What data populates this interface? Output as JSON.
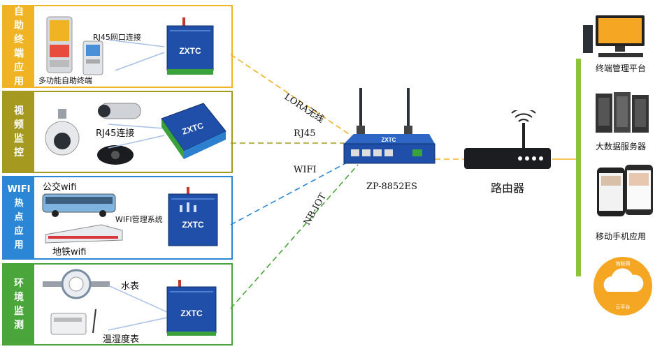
{
  "panels": [
    {
      "side": [
        "自",
        "助",
        "终",
        "端",
        "应",
        "用"
      ],
      "color": "#f0b323",
      "labels": {
        "connection": "RJ45网口连接",
        "device": "多功能自助终端"
      }
    },
    {
      "side": [
        "视",
        "频",
        "监",
        "控"
      ],
      "color": "#a59a1f",
      "labels": {
        "connection": "RJ45连接"
      }
    },
    {
      "side": [
        "WIFI",
        "热",
        "点",
        "应",
        "用"
      ],
      "color": "#2c86d6",
      "labels": {
        "bus": "公交wifi",
        "system": "WIFI管理系统",
        "metro": "地铁wifi"
      }
    },
    {
      "side": [
        "环",
        "境",
        "监",
        "测"
      ],
      "color": "#4aa63a",
      "labels": {
        "water": "水表",
        "humidity": "温湿度表"
      }
    }
  ],
  "brand": "ZXTC",
  "connections": {
    "lora": "LORA无线",
    "rj45": "RJ45",
    "wifi": "WIFI",
    "nbiot": "NB-IOT"
  },
  "router_model": "ZP-8852ES",
  "router_brand": "ZXTC",
  "wifi_router_label": "路由器",
  "right_items": {
    "terminal": "终端管理平台",
    "bigdata": "大数据服务器",
    "mobile": "移动手机应用",
    "cloud_top": "物联网",
    "cloud_bottom": "云平台"
  },
  "colors": {
    "green_bar": "#8cc43c",
    "device_blue": "#1f4fa8",
    "cloud": "#f5a623"
  }
}
